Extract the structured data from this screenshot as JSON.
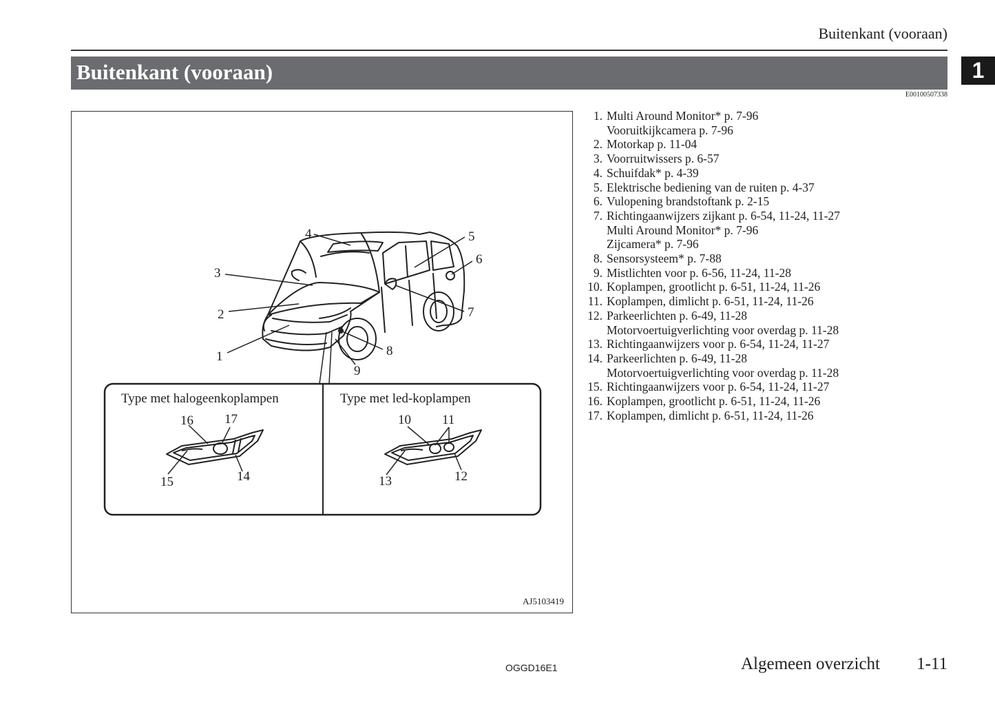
{
  "header": {
    "running_title": "Buitenkant (vooraan)"
  },
  "title_bar": {
    "title": "Buitenkant (vooraan)"
  },
  "chapter_tab": "1",
  "doc_code": "E00100507338",
  "figure": {
    "figure_id": "AJ5103419",
    "halogen_caption": "Type met halogeenkoplampen",
    "led_caption": "Type met led-koplampen",
    "callouts": [
      "1",
      "2",
      "3",
      "4",
      "5",
      "6",
      "7",
      "8",
      "9",
      "10",
      "11",
      "12",
      "13",
      "14",
      "15",
      "16",
      "17"
    ]
  },
  "parts": [
    {
      "num": "1.",
      "lines": [
        "Multi Around Monitor* p. 7-96",
        "Vooruitkijkcamera p. 7-96"
      ]
    },
    {
      "num": "2.",
      "lines": [
        "Motorkap p. 11-04"
      ]
    },
    {
      "num": "3.",
      "lines": [
        "Voorruitwissers p. 6-57"
      ]
    },
    {
      "num": "4.",
      "lines": [
        "Schuifdak* p. 4-39"
      ]
    },
    {
      "num": "5.",
      "lines": [
        "Elektrische bediening van de ruiten p. 4-37"
      ]
    },
    {
      "num": "6.",
      "lines": [
        "Vulopening brandstoftank p. 2-15"
      ]
    },
    {
      "num": "7.",
      "lines": [
        "Richtingaanwijzers zijkant p. 6-54, 11-24, 11-27",
        "Multi Around Monitor* p. 7-96",
        "Zijcamera* p. 7-96"
      ]
    },
    {
      "num": "8.",
      "lines": [
        "Sensorsysteem* p. 7-88"
      ]
    },
    {
      "num": "9.",
      "lines": [
        "Mistlichten voor p. 6-56, 11-24, 11-28"
      ]
    },
    {
      "num": "10.",
      "lines": [
        "Koplampen, grootlicht p. 6-51, 11-24, 11-26"
      ]
    },
    {
      "num": "11.",
      "lines": [
        "Koplampen, dimlicht p. 6-51, 11-24, 11-26"
      ]
    },
    {
      "num": "12.",
      "lines": [
        "Parkeerlichten p. 6-49, 11-28",
        "Motorvoertuigverlichting voor overdag p. 11-28"
      ]
    },
    {
      "num": "13.",
      "lines": [
        "Richtingaanwijzers voor p. 6-54, 11-24, 11-27"
      ]
    },
    {
      "num": "14.",
      "lines": [
        "Parkeerlichten p. 6-49, 11-28",
        "Motorvoertuigverlichting voor overdag p. 11-28"
      ]
    },
    {
      "num": "15.",
      "lines": [
        "Richtingaanwijzers voor p. 6-54, 11-24, 11-27"
      ]
    },
    {
      "num": "16.",
      "lines": [
        "Koplampen, grootlicht p. 6-51, 11-24, 11-26"
      ]
    },
    {
      "num": "17.",
      "lines": [
        "Koplampen, dimlicht p. 6-51, 11-24, 11-26"
      ]
    }
  ],
  "footer": {
    "code": "OGGD16E1",
    "section": "Algemeen overzicht",
    "page": "1-11"
  }
}
